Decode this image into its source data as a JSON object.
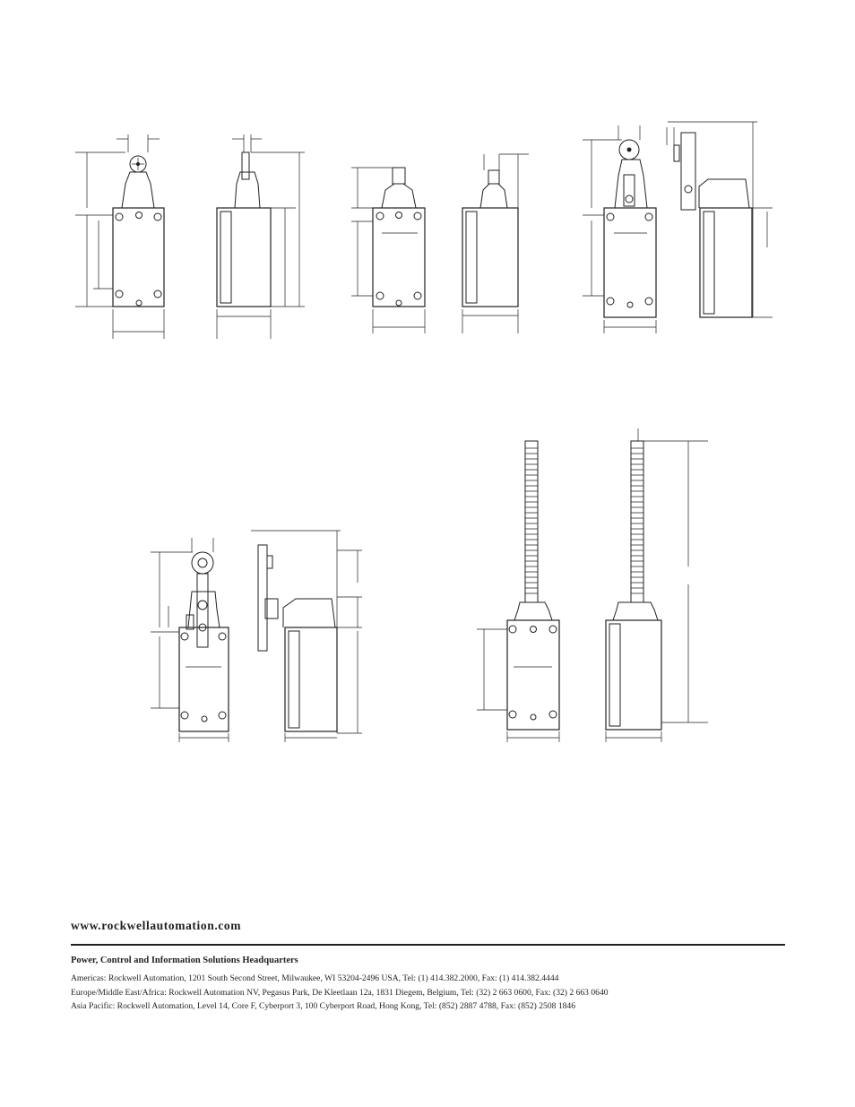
{
  "footer": {
    "website": "www.rockwellautomation.com",
    "headquarters_title": "Power, Control and Information Solutions Headquarters",
    "addresses": [
      "Americas: Rockwell Automation, 1201 South Second Street, Milwaukee, WI 53204-2496 USA, Tel: (1) 414.382.2000, Fax: (1) 414.382.4444",
      "Europe/Middle East/Africa: Rockwell Automation NV, Pegasus Park, De Kleetlaan 12a, 1831 Diegem, Belgium, Tel: (32) 2 663 0600, Fax: (32) 2 663 0640",
      "Asia Pacific: Rockwell Automation, Level 14, Core F, Cyberport 3, 100 Cyberport Road, Hong Kong, Tel: (852) 2887 4788, Fax: (852) 2508 1846"
    ]
  },
  "colors": {
    "ink": "#231f20",
    "paper": "#ffffff"
  }
}
